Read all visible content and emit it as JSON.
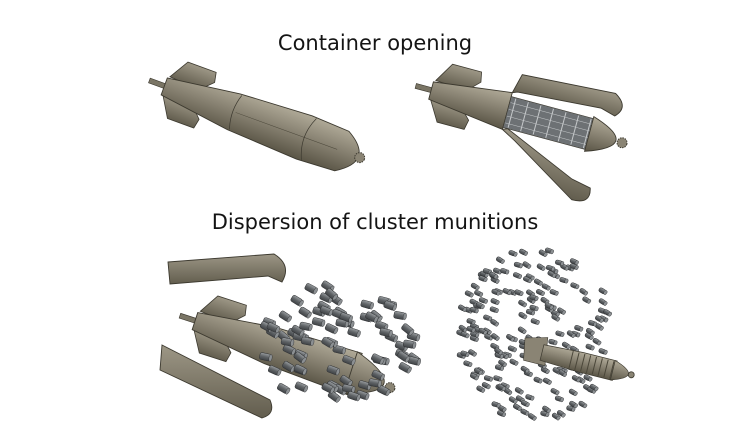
{
  "diagram": {
    "section_titles": [
      "Container opening",
      "Dispersion of cluster munitions"
    ],
    "panels": [
      {
        "id": "closed",
        "stage": "closed container"
      },
      {
        "id": "opening",
        "stage": "shell halves opening, submunitions exposed"
      },
      {
        "id": "separating",
        "stage": "shell halves separated, submunitions releasing"
      },
      {
        "id": "dispersed",
        "stage": "submunitions fully dispersed"
      }
    ],
    "colors": {
      "body": "#8a8474",
      "body_dark": "#5a5546",
      "body_light": "#aaa493",
      "outline": "#3c392f",
      "bomblet": "#5f6366",
      "bomblet_light": "#9a9ea1"
    }
  }
}
